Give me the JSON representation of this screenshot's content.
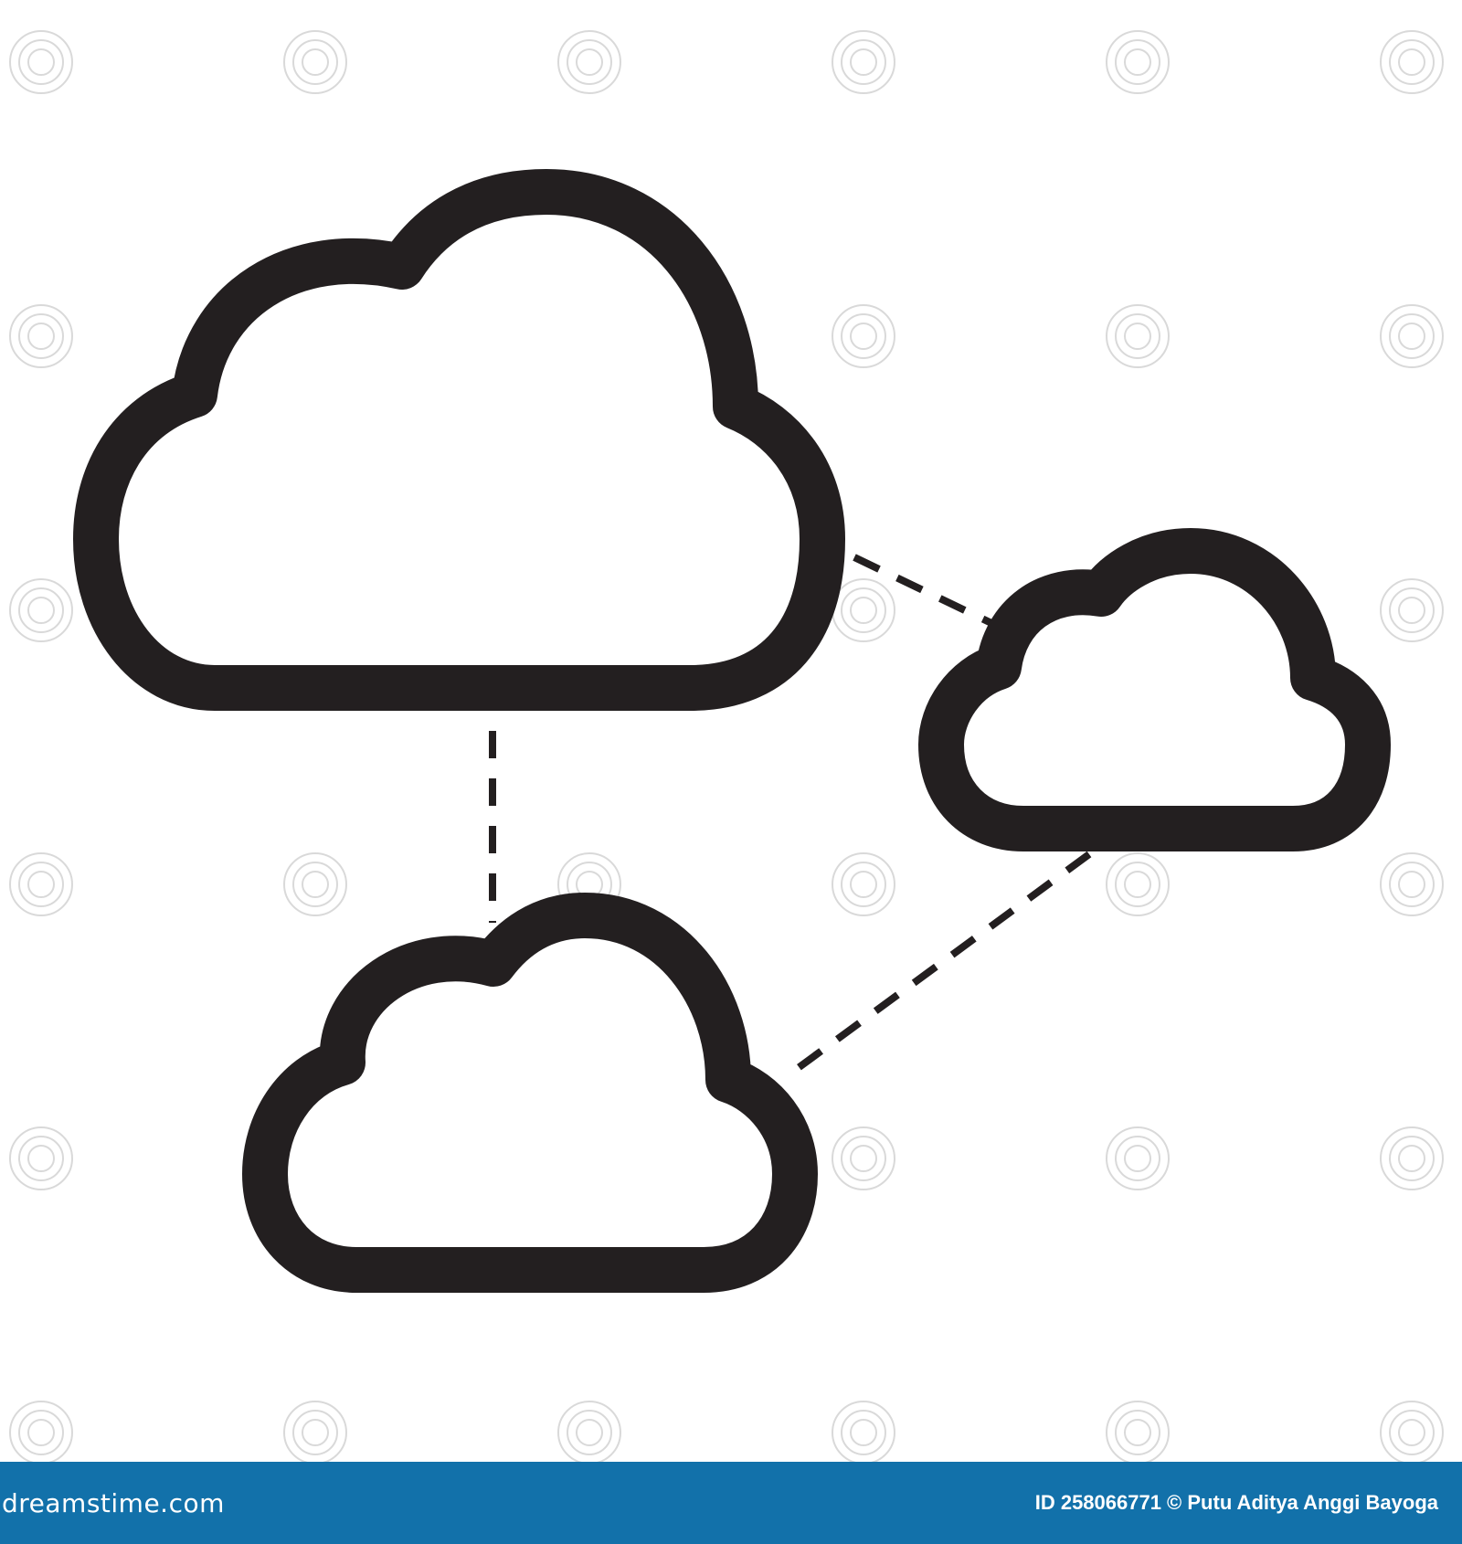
{
  "image": {
    "subject": "cloud-network-outline-icon",
    "clouds": [
      {
        "name": "large-cloud",
        "role": "primary"
      },
      {
        "name": "small-cloud",
        "role": "secondary"
      },
      {
        "name": "bottom-cloud",
        "role": "secondary"
      }
    ],
    "connectors": [
      {
        "from": "large-cloud",
        "to": "small-cloud",
        "style": "dashed"
      },
      {
        "from": "large-cloud",
        "to": "bottom-cloud",
        "style": "dashed"
      },
      {
        "from": "small-cloud",
        "to": "bottom-cloud",
        "style": "dashed"
      }
    ],
    "stroke_color": "#231f20",
    "background_color": "#ffffff"
  },
  "watermark": {
    "icon": "spiral-icon",
    "color": "#d9d9d9"
  },
  "footer": {
    "background_color": "#1271aa",
    "text_color": "#ffffff",
    "logo_text": "dreamstime.com",
    "credit_text": "ID 258066771 © Putu Aditya Anggi Bayoga"
  }
}
